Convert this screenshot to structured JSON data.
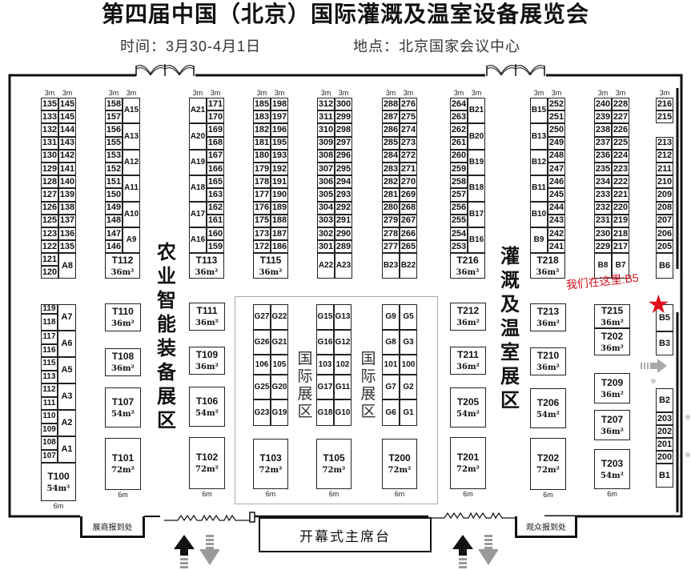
{
  "header": {
    "title": "第四届中国（北京）国际灌溉及温室设备展览会",
    "time_label": "时间：3月30-4月1日",
    "venue_label": "地点：北京国家会议中心"
  },
  "zones": {
    "agri": "农业智能装备展区",
    "agri_chars": [
      "农",
      "业",
      "智",
      "能",
      "装",
      "备",
      "展",
      "区"
    ],
    "irrigation_chars": [
      "灌",
      "溉",
      "及",
      "温",
      "室",
      "展",
      "区"
    ],
    "intl_chars": [
      "国",
      "际",
      "展",
      "区"
    ]
  },
  "labels": {
    "unit_3m": "3m",
    "unit_6m": "6m",
    "we_are_here": "我们在这里:B5",
    "exhibitor_checkin": "展商报到处",
    "visitor_checkin": "观众报到处",
    "main_stage": "开幕式主席台"
  },
  "colors": {
    "highlight_red": "#d6101b",
    "wall": "#111111",
    "arrow_in": "#111111",
    "arrow_out": "#9a9a9a"
  },
  "columns": {
    "c1": {
      "left": [
        "135",
        "133",
        "132",
        "131",
        "130",
        "129",
        "128",
        "127",
        "126",
        "125",
        "123",
        "122"
      ],
      "right": [
        "145",
        "145",
        "144",
        "143",
        "142",
        "141",
        "140",
        "139",
        "138",
        "137",
        "136",
        "135"
      ],
      "bottom": {
        "left": [
          "121",
          "120"
        ],
        "right": "A8"
      }
    },
    "c2": {
      "left": [
        "158",
        "157",
        "156",
        "155",
        "153",
        "152",
        "151",
        "150",
        "149",
        "148",
        "147",
        "146"
      ],
      "right": [
        "A15",
        "A13",
        "A12",
        "A11",
        "A10",
        "A9"
      ],
      "bottom": {
        "id": "T112",
        "area": "36m²"
      }
    },
    "c3": {
      "left": [
        "A21",
        "A20",
        "A19",
        "A18",
        "A17",
        "A16"
      ],
      "right": [
        "171",
        "170",
        "169",
        "168",
        "167",
        "166",
        "165",
        "163",
        "162",
        "161",
        "160",
        "159"
      ],
      "bottom": {
        "id": "T113",
        "area": "36m²"
      }
    },
    "c4": {
      "left": [
        "185",
        "183",
        "182",
        "181",
        "180",
        "179",
        "178",
        "177",
        "176",
        "175",
        "173",
        "172"
      ],
      "right": [
        "198",
        "197",
        "196",
        "195",
        "193",
        "192",
        "191",
        "190",
        "189",
        "188",
        "187",
        "186"
      ],
      "bottom": {
        "id": "T115",
        "area": "36m²"
      }
    },
    "c5": {
      "left": [
        "312",
        "311",
        "310",
        "309",
        "308",
        "307",
        "306",
        "305",
        "304",
        "303",
        "302",
        "301"
      ],
      "right": [
        "300",
        "299",
        "298",
        "297",
        "296",
        "295",
        "294",
        "293",
        "292",
        "291",
        "290",
        "289"
      ],
      "bottom": {
        "left": "A22",
        "right": "A23"
      }
    },
    "c6": {
      "left": [
        "288",
        "287",
        "286",
        "285",
        "284",
        "283",
        "282",
        "281",
        "280",
        "279",
        "278",
        "277"
      ],
      "right": [
        "276",
        "275",
        "274",
        "273",
        "272",
        "271",
        "270",
        "269",
        "268",
        "267",
        "266",
        "265"
      ],
      "bottom": {
        "left": "B23",
        "right": "B22"
      }
    },
    "c7": {
      "left": [
        "264",
        "263",
        "262",
        "261",
        "260",
        "259",
        "258",
        "257",
        "256",
        "255",
        "254",
        "253"
      ],
      "right": [
        "B21",
        "B20",
        "B19",
        "B18",
        "B17",
        "B16"
      ],
      "bottom": {
        "id": "T216",
        "area": "36m²"
      }
    },
    "c8": {
      "left": [
        "B15",
        "B13",
        "B12",
        "B11",
        "B10",
        "B9"
      ],
      "right": [
        "252",
        "251",
        "250",
        "249",
        "248",
        "247",
        "246",
        "245",
        "244",
        "243",
        "242",
        "241"
      ],
      "bottom": {
        "id": "T218",
        "area": "36m²"
      }
    },
    "c9": {
      "left": [
        "240",
        "239",
        "238",
        "237",
        "236",
        "235",
        "234",
        "233",
        "232",
        "231",
        "230",
        "229"
      ],
      "right": [
        "228",
        "227",
        "226",
        "225",
        "224",
        "223",
        "222",
        "221",
        "220",
        "219",
        "218",
        "217"
      ],
      "bottom": {
        "left": "B8",
        "right": "B7"
      }
    },
    "c10": {
      "top": [
        "216",
        "215"
      ],
      "list": [
        "213",
        "212",
        "211",
        "210",
        "209",
        "208",
        "207",
        "206",
        "205"
      ],
      "bottom": "B6"
    }
  },
  "lower": {
    "a_col": {
      "pairs": [
        {
          "small": [
            "119",
            "118"
          ],
          "big": "A7"
        },
        {
          "small": [
            "117",
            "116"
          ],
          "big": "A6"
        },
        {
          "small": [
            "115",
            "113"
          ],
          "big": "A5"
        },
        {
          "small": [
            "112",
            "111"
          ],
          "big": "A3"
        },
        {
          "small": [
            "110",
            "109"
          ],
          "big": "A2"
        },
        {
          "small": [
            "108",
            "107"
          ],
          "big": "A1"
        }
      ],
      "bottom": {
        "id": "T100",
        "area": "54m²"
      }
    },
    "t_left": [
      {
        "id": "T110",
        "area": "36m²"
      },
      {
        "id": "T108",
        "area": "36m²"
      },
      {
        "id": "T107",
        "area": "54m²"
      },
      {
        "id": "T101",
        "area": "72m²"
      }
    ],
    "t_mid": [
      {
        "id": "T111",
        "area": "36m²"
      },
      {
        "id": "T109",
        "area": "36m²"
      },
      {
        "id": "T106",
        "area": "54m²"
      },
      {
        "id": "T102",
        "area": "72m²"
      }
    ],
    "intl": {
      "g1": [
        [
          "G27",
          "G22"
        ],
        [
          "G26",
          "G21"
        ],
        [
          "106",
          "105"
        ],
        [
          "G25",
          "G20"
        ],
        [
          "G23",
          "G19"
        ]
      ],
      "g2": [
        [
          "G15",
          "G13"
        ],
        [
          "G16",
          "G12"
        ],
        [
          "103",
          "102"
        ],
        [
          "G17",
          "G11"
        ],
        [
          "G18",
          "G10"
        ]
      ],
      "g3": [
        [
          "G9",
          "G5"
        ],
        [
          "G8",
          "G3"
        ],
        [
          "101",
          "100"
        ],
        [
          "G7",
          "G2"
        ],
        [
          "G6",
          "G1"
        ]
      ],
      "t": [
        {
          "id": "T103",
          "area": "72m²"
        },
        {
          "id": "T105",
          "area": "72m²"
        },
        {
          "id": "T200",
          "area": "72m²"
        }
      ]
    },
    "t_right1": [
      {
        "id": "T212",
        "area": "36m²"
      },
      {
        "id": "T211",
        "area": "36m²"
      },
      {
        "id": "T205",
        "area": "54m²"
      },
      {
        "id": "T201",
        "area": "72m²"
      }
    ],
    "t_right2": [
      {
        "id": "T213",
        "area": "36m²"
      },
      {
        "id": "T210",
        "area": "36m²"
      },
      {
        "id": "T206",
        "area": "54m²"
      },
      {
        "id": "T202",
        "area": "72m²"
      }
    ],
    "t_right3": [
      {
        "id": "T215",
        "area": "36m²"
      },
      {
        "id": "T202",
        "area": "36m²"
      },
      {
        "id": "T209",
        "area": "36m²"
      },
      {
        "id": "T207",
        "area": "36m²"
      },
      {
        "id": "T203",
        "area": "54m²"
      }
    ],
    "b_col": {
      "top": [
        "B5",
        "B3"
      ],
      "bottom": [
        "B2",
        "203",
        "202",
        "201",
        "200",
        "B1"
      ]
    }
  }
}
